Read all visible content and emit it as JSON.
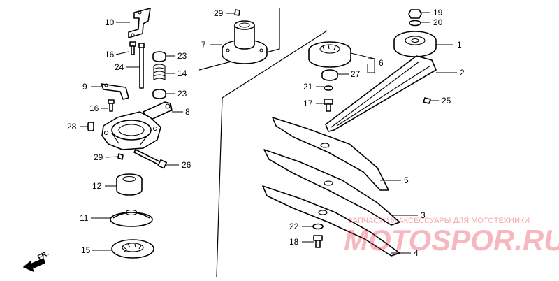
{
  "callouts": {
    "c1": "1",
    "c2": "2",
    "c3": "3",
    "c4": "4",
    "c5": "5",
    "c6": "6",
    "c7": "7",
    "c8": "8",
    "c9": "9",
    "c10": "10",
    "c11": "11",
    "c12": "12",
    "c14": "14",
    "c15": "15",
    "c16a": "16",
    "c16b": "16",
    "c17": "17",
    "c18": "18",
    "c19": "19",
    "c20": "20",
    "c21": "21",
    "c22": "22",
    "c23a": "23",
    "c23b": "23",
    "c24": "24",
    "c25": "25",
    "c26": "26",
    "c27": "27",
    "c28": "28",
    "c29a": "29",
    "c29b": "29"
  },
  "direction": {
    "label": "FR."
  },
  "watermark": {
    "tagline": "ЗАПЧАСТИ И АКСЕССУАРЫ ДЛЯ МОТОТЕХНИКИ",
    "brand": "MOTOSPOR.RU"
  }
}
